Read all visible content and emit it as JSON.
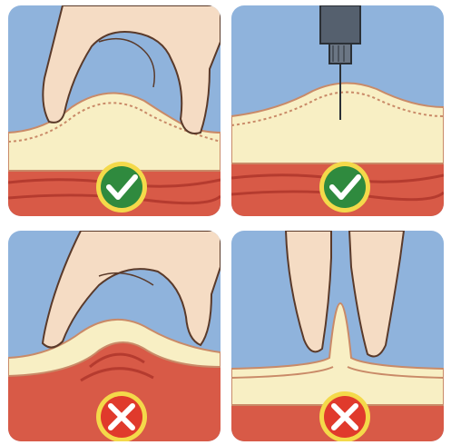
{
  "panels": [
    {
      "id": "pinch-skin-fold-correct",
      "verdict": "correct",
      "verdict_icon": "check-icon"
    },
    {
      "id": "needle-into-skin-fold-correct",
      "verdict": "correct",
      "verdict_icon": "check-icon"
    },
    {
      "id": "pinch-with-muscle-incorrect",
      "verdict": "incorrect",
      "verdict_icon": "cross-icon"
    },
    {
      "id": "pinch-too-narrow-incorrect",
      "verdict": "incorrect",
      "verdict_icon": "cross-icon"
    }
  ],
  "colors": {
    "background": "#8fb3dc",
    "skin": "#f2e7b5",
    "skin_edge": "#c98a68",
    "fat": "#f8efc4",
    "muscle": "#d85a47",
    "muscle_dark": "#b53b2f",
    "hand": "#f5dcc4",
    "hand_outline": "#5a3a2a",
    "correct_badge": "#2f8a3e",
    "incorrect_badge": "#e03a2c",
    "badge_ring": "#f4d94a"
  }
}
